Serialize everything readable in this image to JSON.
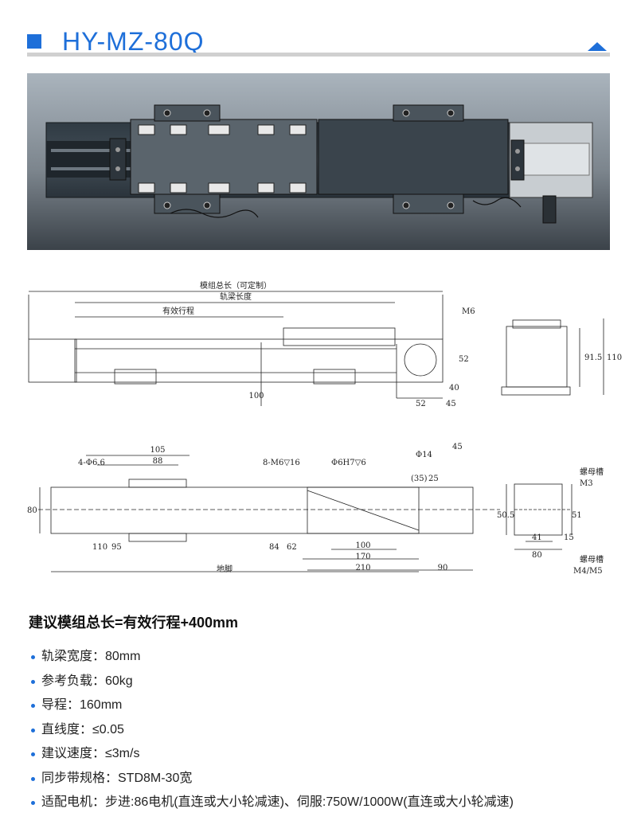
{
  "header": {
    "title": "HY-MZ-80Q"
  },
  "drawing": {
    "side_view": {
      "module_length": "模组总长（可定制）",
      "rail_length": "轨梁长度",
      "stroke": "有效行程",
      "m6": "M6",
      "d100": "100",
      "d52a": "52",
      "d40": "40",
      "d52b": "52",
      "d45": "45"
    },
    "end_view": {
      "d91_5": "91.5",
      "d110": "110"
    },
    "top_view": {
      "d105": "105",
      "d88": "88",
      "holes": "4-Φ6.6",
      "m6_16": "8-M6▽16",
      "h7": "Φ6H7▽6",
      "d14": "Φ14",
      "d45": "45",
      "d35": "(35)",
      "d25": "25",
      "d80": "80",
      "d110": "110",
      "d95": "95",
      "d84": "84",
      "d62": "62",
      "d100": "100",
      "d170": "170",
      "d210": "210",
      "d90": "90",
      "foot": "地脚"
    },
    "section_view": {
      "nut_slot": "螺母槽",
      "m3": "M3",
      "d50_5": "50.5",
      "d51": "51",
      "d15": "15",
      "d41": "41",
      "d80": "80",
      "nut_slot2": "螺母槽",
      "m4m5": "M4/M5"
    }
  },
  "specs": {
    "heading": "建议模组总长=有效行程+400mm",
    "items": [
      "轨梁宽度：80mm",
      "参考负载：60kg",
      "导程：160mm",
      "直线度：≤0.05",
      "建议速度：≤3m/s",
      "同步带规格：STD8M-30宽",
      "适配电机：步进:86电机(直连或大小轮减速)、伺服:750W/1000W(直连或大小轮减速)"
    ]
  },
  "colors": {
    "accent": "#1e6fd9"
  }
}
